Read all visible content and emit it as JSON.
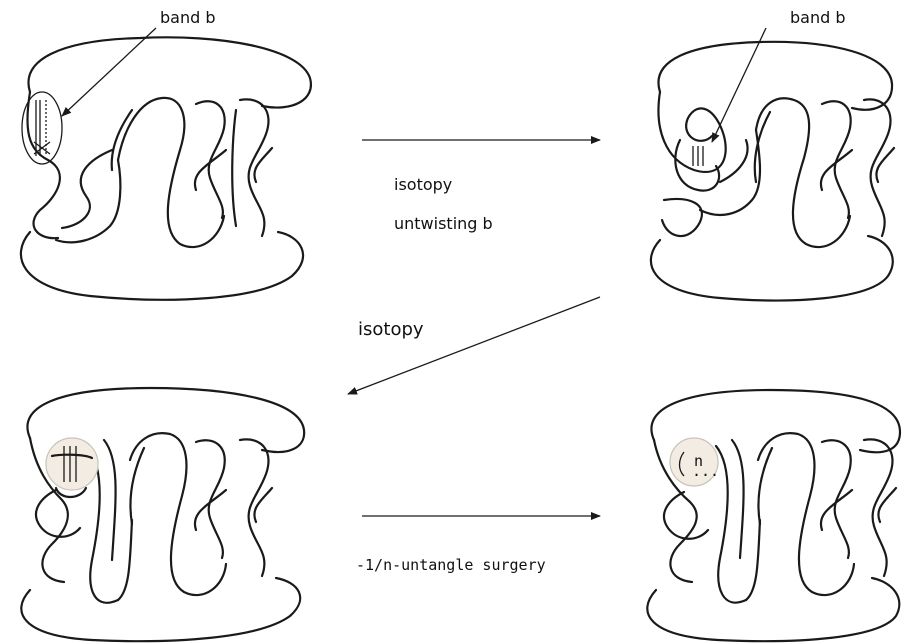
{
  "labels": {
    "band_top_left": "band b",
    "band_top_right": "band b",
    "isotopy_1": "isotopy",
    "untwisting": "untwisting b",
    "isotopy_2": "isotopy",
    "surgery": "-1/n-untangle surgery",
    "disk_n": "n",
    "disk_dots": "..."
  }
}
